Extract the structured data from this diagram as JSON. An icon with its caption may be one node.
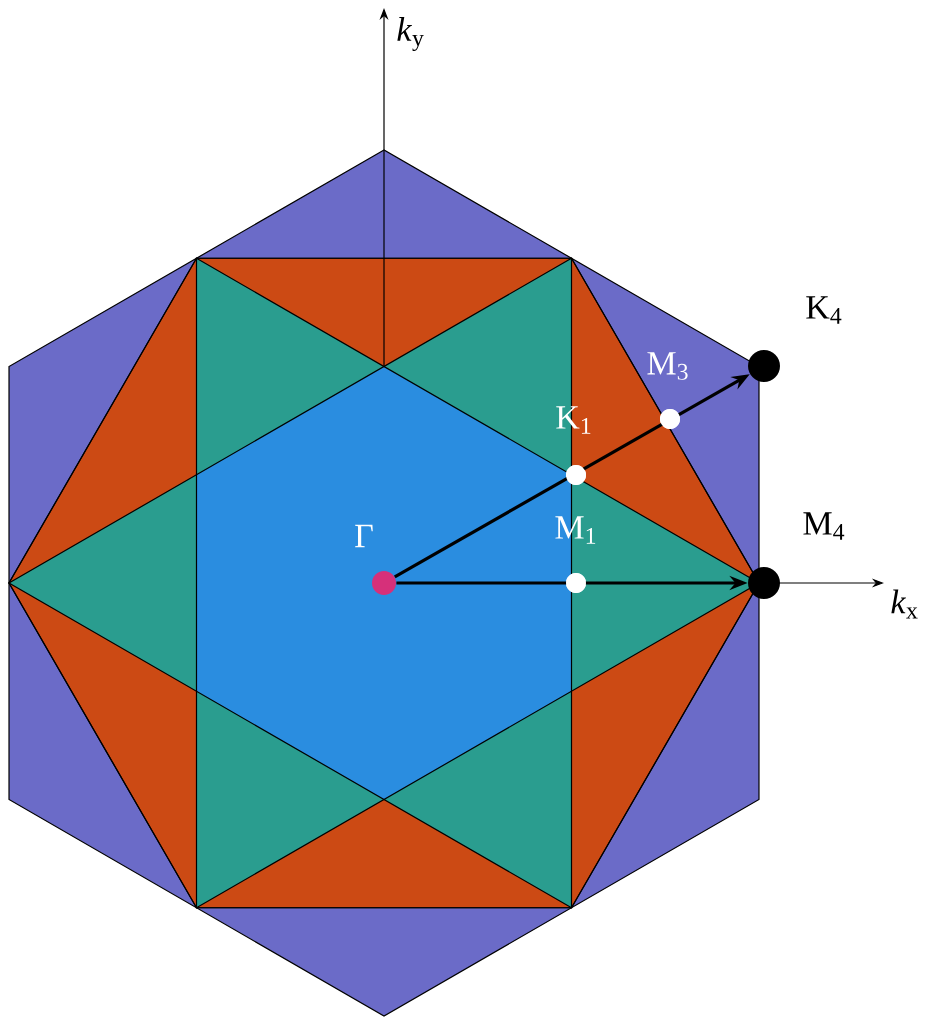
{
  "diagram": {
    "nodes": [
      {
        "text": [
          "Γ"
        ]
      },
      {
        "text": [
          "M$_{1}$"
        ]
      },
      {
        "text": [
          "K$_{1}$"
        ]
      },
      {
        "text": [
          "M$_{3}$"
        ]
      },
      {
        "text": [
          "K$_{4}$"
        ]
      },
      {
        "text": [
          "M$_{4}$"
        ]
      }
    ],
    "edges": [
      {
        "from": 0,
        "to": 4,
        "arrow": "to"
      },
      {
        "from": 0,
        "to": 5,
        "arrow": "to"
      }
    ],
    "labels": [
      "*k*$_{y}$",
      "*k*$_{x}$"
    ]
  }
}
